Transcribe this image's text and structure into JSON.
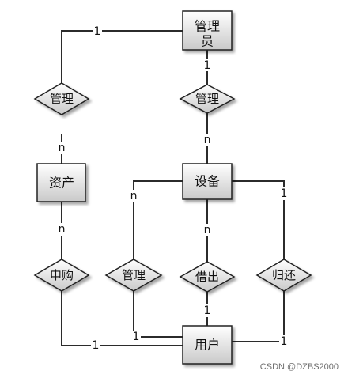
{
  "diagram": {
    "entities": {
      "admin_line1": "管理",
      "admin_line2": "员",
      "asset": "资产",
      "device": "设备",
      "user": "用户"
    },
    "relations": {
      "manage_admin_asset": "管理",
      "manage_admin_device": "管理",
      "purchase": "申购",
      "manage_user_device": "管理",
      "borrow": "借出",
      "return": "归还"
    },
    "cardinalities": {
      "admin_to_manage_left": "1",
      "admin_to_manage_right": "1",
      "asset_from_manage": "n",
      "device_from_manage": "n",
      "asset_to_purchase": "n",
      "user_to_purchase": "1",
      "device_to_manage_user": "n",
      "user_to_manage_user": "1",
      "device_to_borrow": "n",
      "user_to_borrow": "1",
      "device_to_return": "1",
      "user_to_return": "1"
    }
  },
  "watermark": "CSDN @DZBS2000"
}
